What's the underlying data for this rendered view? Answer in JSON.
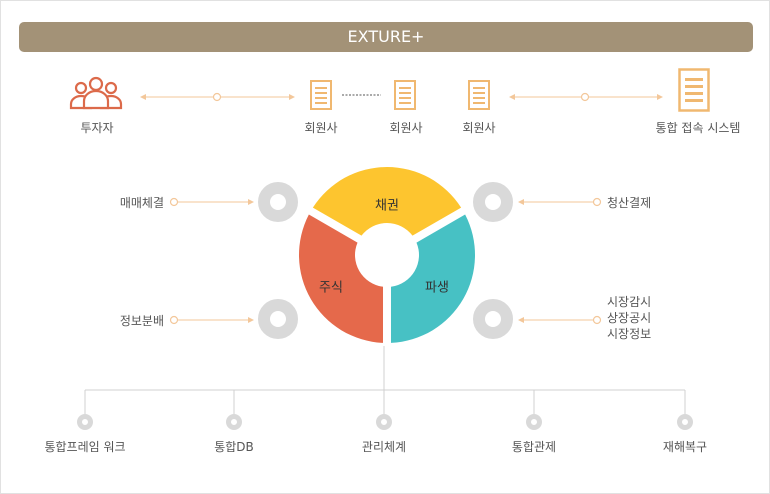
{
  "title": "EXTURE+",
  "top_row": {
    "investor": "투자자",
    "member1": "회원사",
    "member2": "회원사",
    "member3": "회원사",
    "integrated": "통합 접속 시스템"
  },
  "donut": {
    "bond": "채권",
    "stock": "주식",
    "derivative": "파생"
  },
  "side_left": {
    "trade": "매매체결",
    "info": "정보분배"
  },
  "side_right": {
    "clearing": "청산결제",
    "surveillance": [
      "시장감시",
      "상장공시",
      "시장정보"
    ]
  },
  "bottom": {
    "framework": "통합프레임 워크",
    "db": "통합DB",
    "mgmt": "관리체계",
    "control": "통합관제",
    "dr": "재해복구"
  },
  "colors": {
    "banner": "#a39277",
    "bond": "#fdc52f",
    "stock": "#e5694b",
    "derivative": "#47c1c4",
    "accent": "#f0b870",
    "investor_icon": "#dc6a4a",
    "ring": "#d9d9d9"
  }
}
